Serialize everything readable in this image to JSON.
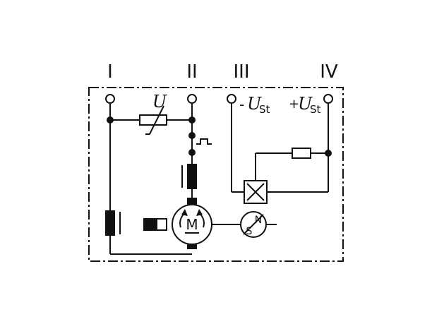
{
  "terminals": {
    "t1": "I",
    "t2": "II",
    "t3": "III",
    "t4": "IV"
  },
  "labels": {
    "varistor": "U",
    "minus_sign": "-",
    "plus_sign": "+",
    "ust_main": "U",
    "ust_sub": "St",
    "motor": "M",
    "sensor_n": "N",
    "sensor_s": "S"
  },
  "colors": {
    "line": "#111111",
    "background": "#ffffff"
  }
}
